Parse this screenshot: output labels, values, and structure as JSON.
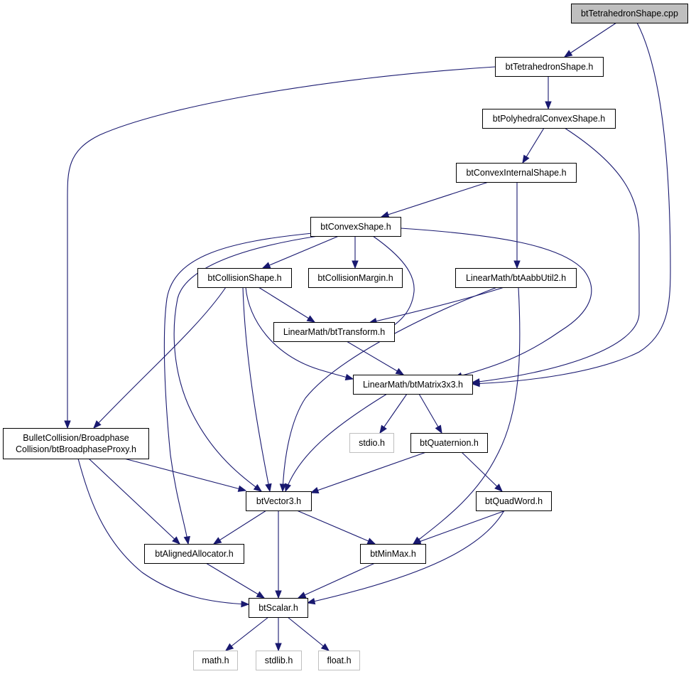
{
  "diagram": {
    "nodes": {
      "tetra_cpp": {
        "label": "btTetrahedronShape.cpp",
        "kind": "root"
      },
      "tetra_h": {
        "label": "btTetrahedronShape.h",
        "kind": "header"
      },
      "polyhedral": {
        "label": "btPolyhedralConvexShape.h",
        "kind": "header"
      },
      "convex_internal": {
        "label": "btConvexInternalShape.h",
        "kind": "header"
      },
      "convex_shape": {
        "label": "btConvexShape.h",
        "kind": "header"
      },
      "collision_shape": {
        "label": "btCollisionShape.h",
        "kind": "header"
      },
      "collision_margin": {
        "label": "btCollisionMargin.h",
        "kind": "header"
      },
      "aabb_util": {
        "label": "LinearMath/btAabbUtil2.h",
        "kind": "header"
      },
      "transform": {
        "label": "LinearMath/btTransform.h",
        "kind": "header"
      },
      "matrix3x3": {
        "label": "LinearMath/btMatrix3x3.h",
        "kind": "header"
      },
      "broadphase_proxy": {
        "label": "BulletCollision/Broadphase\nCollision/btBroadphaseProxy.h",
        "kind": "header"
      },
      "stdio": {
        "label": "stdio.h",
        "kind": "system"
      },
      "quaternion": {
        "label": "btQuaternion.h",
        "kind": "header"
      },
      "vector3": {
        "label": "btVector3.h",
        "kind": "header"
      },
      "quadword": {
        "label": "btQuadWord.h",
        "kind": "header"
      },
      "aligned_allocator": {
        "label": "btAlignedAllocator.h",
        "kind": "header"
      },
      "minmax": {
        "label": "btMinMax.h",
        "kind": "header"
      },
      "scalar": {
        "label": "btScalar.h",
        "kind": "header"
      },
      "math": {
        "label": "math.h",
        "kind": "system"
      },
      "stdlib": {
        "label": "stdlib.h",
        "kind": "system"
      },
      "float": {
        "label": "float.h",
        "kind": "system"
      }
    },
    "edges": [
      {
        "from": "tetra_cpp",
        "to": "tetra_h"
      },
      {
        "from": "tetra_cpp",
        "to": "matrix3x3"
      },
      {
        "from": "tetra_h",
        "to": "polyhedral"
      },
      {
        "from": "tetra_h",
        "to": "broadphase_proxy"
      },
      {
        "from": "polyhedral",
        "to": "convex_internal"
      },
      {
        "from": "polyhedral",
        "to": "matrix3x3"
      },
      {
        "from": "convex_internal",
        "to": "convex_shape"
      },
      {
        "from": "convex_internal",
        "to": "aabb_util"
      },
      {
        "from": "convex_shape",
        "to": "collision_shape"
      },
      {
        "from": "convex_shape",
        "to": "collision_margin"
      },
      {
        "from": "convex_shape",
        "to": "transform"
      },
      {
        "from": "convex_shape",
        "to": "matrix3x3"
      },
      {
        "from": "convex_shape",
        "to": "vector3"
      },
      {
        "from": "convex_shape",
        "to": "aligned_allocator"
      },
      {
        "from": "collision_shape",
        "to": "transform"
      },
      {
        "from": "collision_shape",
        "to": "matrix3x3"
      },
      {
        "from": "collision_shape",
        "to": "broadphase_proxy"
      },
      {
        "from": "collision_shape",
        "to": "vector3"
      },
      {
        "from": "aabb_util",
        "to": "transform"
      },
      {
        "from": "aabb_util",
        "to": "vector3"
      },
      {
        "from": "aabb_util",
        "to": "minmax"
      },
      {
        "from": "transform",
        "to": "matrix3x3"
      },
      {
        "from": "matrix3x3",
        "to": "vector3"
      },
      {
        "from": "matrix3x3",
        "to": "stdio"
      },
      {
        "from": "matrix3x3",
        "to": "quaternion"
      },
      {
        "from": "broadphase_proxy",
        "to": "vector3"
      },
      {
        "from": "broadphase_proxy",
        "to": "aligned_allocator"
      },
      {
        "from": "broadphase_proxy",
        "to": "scalar"
      },
      {
        "from": "quaternion",
        "to": "vector3"
      },
      {
        "from": "quaternion",
        "to": "quadword"
      },
      {
        "from": "vector3",
        "to": "aligned_allocator"
      },
      {
        "from": "vector3",
        "to": "minmax"
      },
      {
        "from": "vector3",
        "to": "scalar"
      },
      {
        "from": "quadword",
        "to": "minmax"
      },
      {
        "from": "quadword",
        "to": "scalar"
      },
      {
        "from": "aligned_allocator",
        "to": "scalar"
      },
      {
        "from": "minmax",
        "to": "scalar"
      },
      {
        "from": "scalar",
        "to": "math"
      },
      {
        "from": "scalar",
        "to": "stdlib"
      },
      {
        "from": "scalar",
        "to": "float"
      }
    ]
  },
  "colors": {
    "edge": "#191970",
    "root_fill": "#bfbfbf",
    "node_border": "#000000",
    "system_border": "#bfbfbf"
  }
}
